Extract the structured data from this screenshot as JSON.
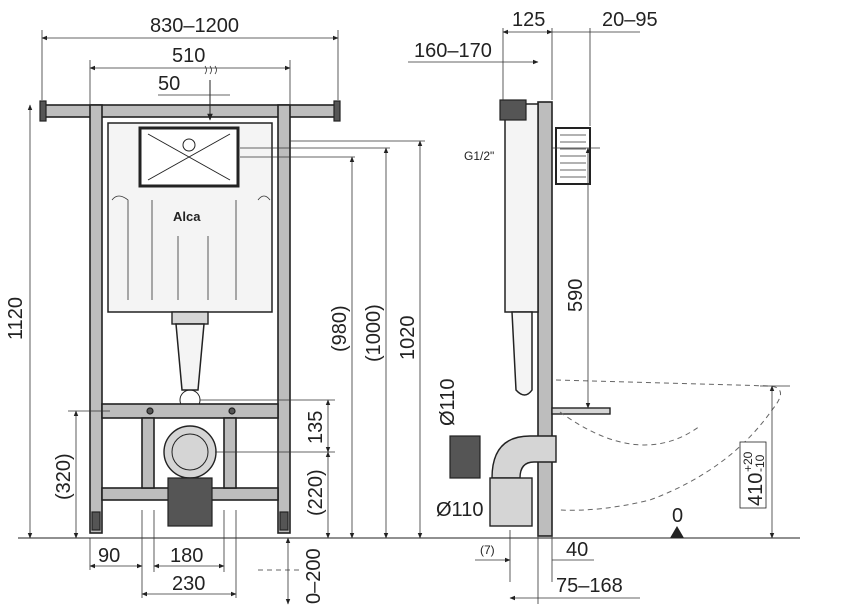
{
  "front_view": {
    "width_range": "830–1200",
    "frame_width": "510",
    "inlet_offset": "50",
    "total_height": "1120",
    "height_980": "(980)",
    "height_1000": "(1000)",
    "height_1020": "1020",
    "drain_offset": "135",
    "height_320": "(320)",
    "height_220": "(220)",
    "bottom_90": "90",
    "bottom_180": "180",
    "bottom_230": "230",
    "foot_adjust": "0–200",
    "brand": "Alca"
  },
  "side_view": {
    "depth_125": "125",
    "depth_20_95": "20–95",
    "offset_160_170": "160–170",
    "thread": "G1/2\"",
    "height_590": "590",
    "pipe_110_upper": "Ø110",
    "pipe_110_lower": "Ø110",
    "offset_7": "(7)",
    "offset_40": "40",
    "range_75_168": "75–168",
    "bowl_height": "410",
    "bowl_tol_plus": "+20",
    "bowl_tol_minus": "-10",
    "floor_zero": "0"
  }
}
